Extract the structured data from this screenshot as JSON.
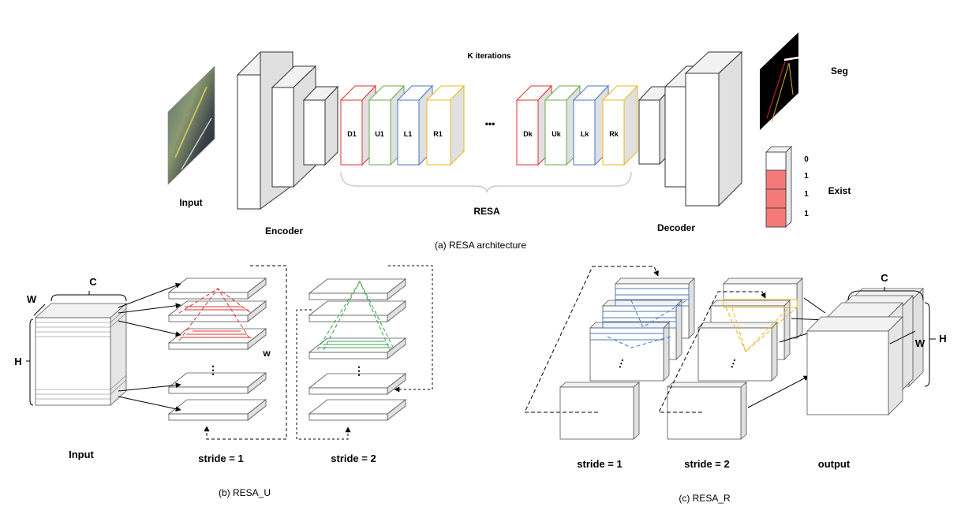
{
  "arch": {
    "k_iterations": "K iterations",
    "input": "Input",
    "encoder": "Encoder",
    "decoder": "Decoder",
    "resa": "RESA",
    "seg": "Seg",
    "exist": "Exist",
    "dots": "•••",
    "blocks": [
      "D1",
      "U1",
      "L1",
      "R1",
      "Dk",
      "Uk",
      "Lk",
      "Rk"
    ],
    "exist_values": [
      "0",
      "1",
      "1",
      "1"
    ],
    "caption": "(a) RESA architecture"
  },
  "resa_u": {
    "dim_w": "W",
    "dim_c": "C",
    "dim_h": "H",
    "small_w": "w",
    "input": "Input",
    "stride1": "stride = 1",
    "stride2": "stride = 2",
    "caption": "(b) RESA_U"
  },
  "resa_r": {
    "dim_c": "C",
    "dim_w": "W",
    "dim_h": "H",
    "stride1": "stride = 1",
    "stride2": "stride = 2",
    "output": "output",
    "caption": "(c) RESA_R"
  },
  "colors": {
    "down": "#e03030",
    "up": "#6aaa4a",
    "left": "#4a78c0",
    "right": "#e8b820",
    "exist_on": "#f47a7a",
    "face_side": "#e0e0e0",
    "face_top": "#f2f2f2"
  }
}
